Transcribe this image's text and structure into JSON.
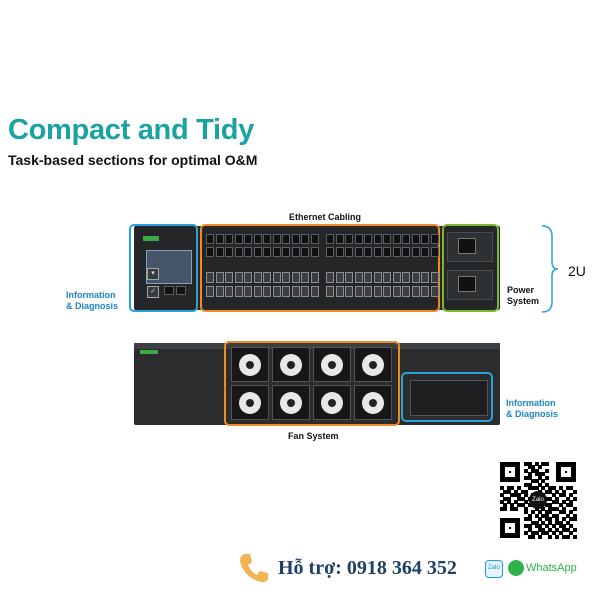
{
  "header": {
    "title": "Compact and Tidy",
    "subtitle": "Task-based sections for optimal O&M"
  },
  "front": {
    "ethernet_label": "Ethernet Cabling",
    "info_label_line1": "Information",
    "info_label_line2": "& Diagnosis",
    "power_label_line1": "Power",
    "power_label_line2": "System",
    "height_label": "2U"
  },
  "rear": {
    "fan_label": "Fan System",
    "info_label_line1": "Information",
    "info_label_line2": "& Diagnosis"
  },
  "contact": {
    "support_text": "Hỗ trợ: 0918 364 352",
    "zalo_label": "Zalo",
    "whatsapp_label": "WhatsApp",
    "qr_center_label": "Zalo"
  },
  "colors": {
    "title": "#1aa3a0",
    "box_blue": "#2a9fd8",
    "box_orange": "#f08a24",
    "box_green": "#7cb82f",
    "callout_blue": "#1b86c7"
  },
  "icons": [
    "phone-icon",
    "zalo-icon",
    "whatsapp-icon",
    "qr-code"
  ]
}
